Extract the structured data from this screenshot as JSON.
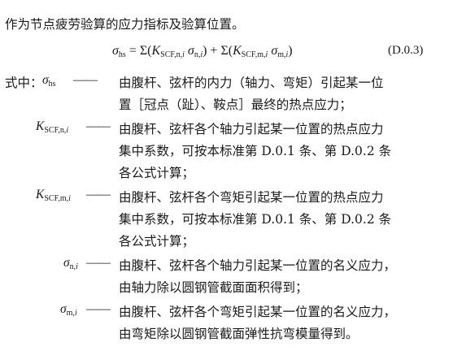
{
  "intro": "作为节点疲劳验算的应力指标及验算位置。",
  "formula": {
    "text": "σhs = Σ(KSCF,n,i σn,i) + Σ(KSCF,m,i σm,i)",
    "number": "(D.0.3)"
  },
  "where_label": "式中：",
  "dash": "——",
  "symbols": {
    "sigma_hs": "σhs",
    "k_scf_n": "KSCF,n,i",
    "k_scf_m": "KSCF,m,i",
    "sigma_n": "σn,i",
    "sigma_m": "σm,i"
  },
  "definitions": [
    {
      "lines": [
        "由腹杆、弦杆的内力（轴力、弯矩）引起某一位",
        "置［冠点（趾）、鞍点］最终的热点应力；"
      ]
    },
    {
      "lines": [
        "由腹杆、弦杆各个轴力引起某一位置的热点应力",
        "集中系数，可按本标准第 D.0.1 条、第 D.0.2 条",
        "各公式计算；"
      ]
    },
    {
      "lines": [
        "由腹杆、弦杆各个弯矩引起某一位置的热点应力",
        "集中系数，可按本标准第 D.0.1 条、第 D.0.2 条",
        "各公式计算；"
      ]
    },
    {
      "lines": [
        "由腹杆、弦杆各个轴力引起某一位置的名义应力，",
        "由轴力除以圆钢管截面面积得到；"
      ]
    },
    {
      "lines": [
        "由腹杆、弦杆各个弯矩引起某一位置的名义应力，",
        "由弯矩除以圆钢管截面弹性抗弯模量得到。"
      ]
    }
  ]
}
